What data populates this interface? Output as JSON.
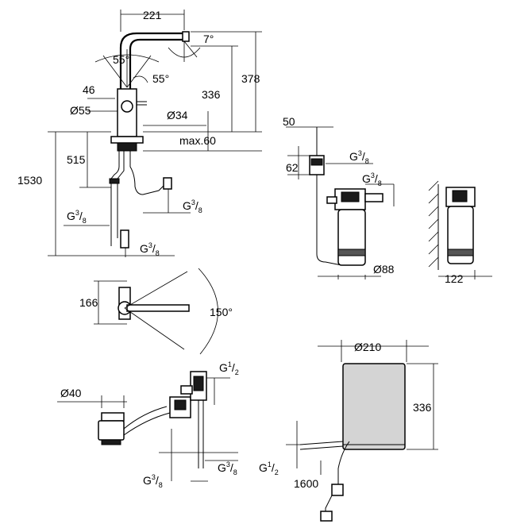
{
  "labels": {
    "spout_reach": "221",
    "spout_angle": "7°",
    "swivel_angle_top": "55°",
    "swivel_angle_side": "55°",
    "lever_offset": "46",
    "base_diameter": "Ø55",
    "hole_diameter": "Ø34",
    "height_upper": "336",
    "height_total": "378",
    "max_thickness": "max.60",
    "connection_height": "515",
    "hose_length": "1530",
    "thread_a_base": "G",
    "thread_a_exp": "3",
    "thread_a_den": "8",
    "filter_offset": "50",
    "filter_head_height": "62",
    "filter_diameter": "Ø88",
    "filter_depth": "122",
    "swing_depth": "166",
    "swing_angle": "150°",
    "drain_diameter": "Ø40",
    "thread_half_exp": "1",
    "thread_half_den": "2",
    "boiler_diameter": "Ø210",
    "boiler_height": "336",
    "cable_length": "1600"
  }
}
